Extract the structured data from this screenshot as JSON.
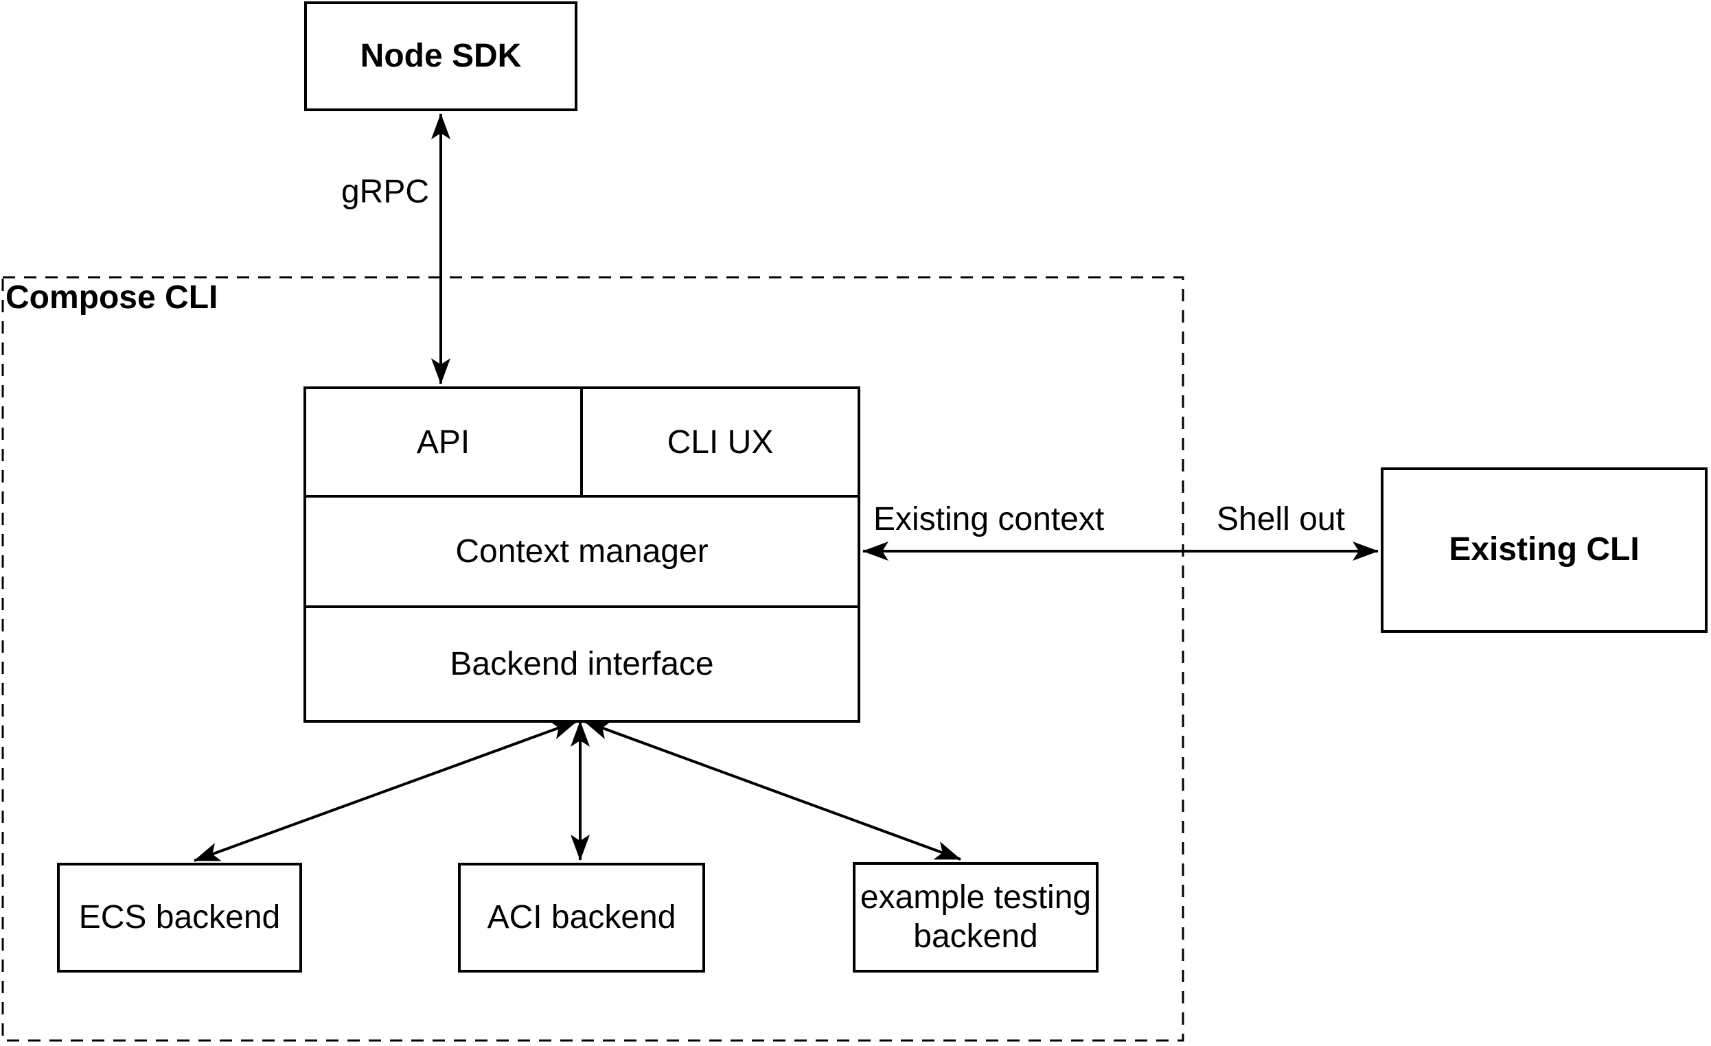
{
  "colors": {
    "stroke": "#000000",
    "background": "#ffffff",
    "text": "#000000"
  },
  "nodes": {
    "node_sdk": {
      "label": "Node SDK"
    },
    "compose_cli_group": {
      "label": "Compose CLI"
    },
    "api": {
      "label": "API"
    },
    "cli_ux": {
      "label": "CLI UX"
    },
    "context_manager": {
      "label": "Context manager"
    },
    "backend_interface": {
      "label": "Backend interface"
    },
    "existing_cli": {
      "label": "Existing CLI"
    },
    "ecs_backend": {
      "label": "ECS backend"
    },
    "aci_backend": {
      "label": "ACI backend"
    },
    "example_testing_backend": {
      "label": "example testing backend"
    }
  },
  "edges": {
    "grpc": {
      "label": "gRPC"
    },
    "existing_context": {
      "label": "Existing context"
    },
    "shell_out": {
      "label": "Shell out"
    }
  }
}
